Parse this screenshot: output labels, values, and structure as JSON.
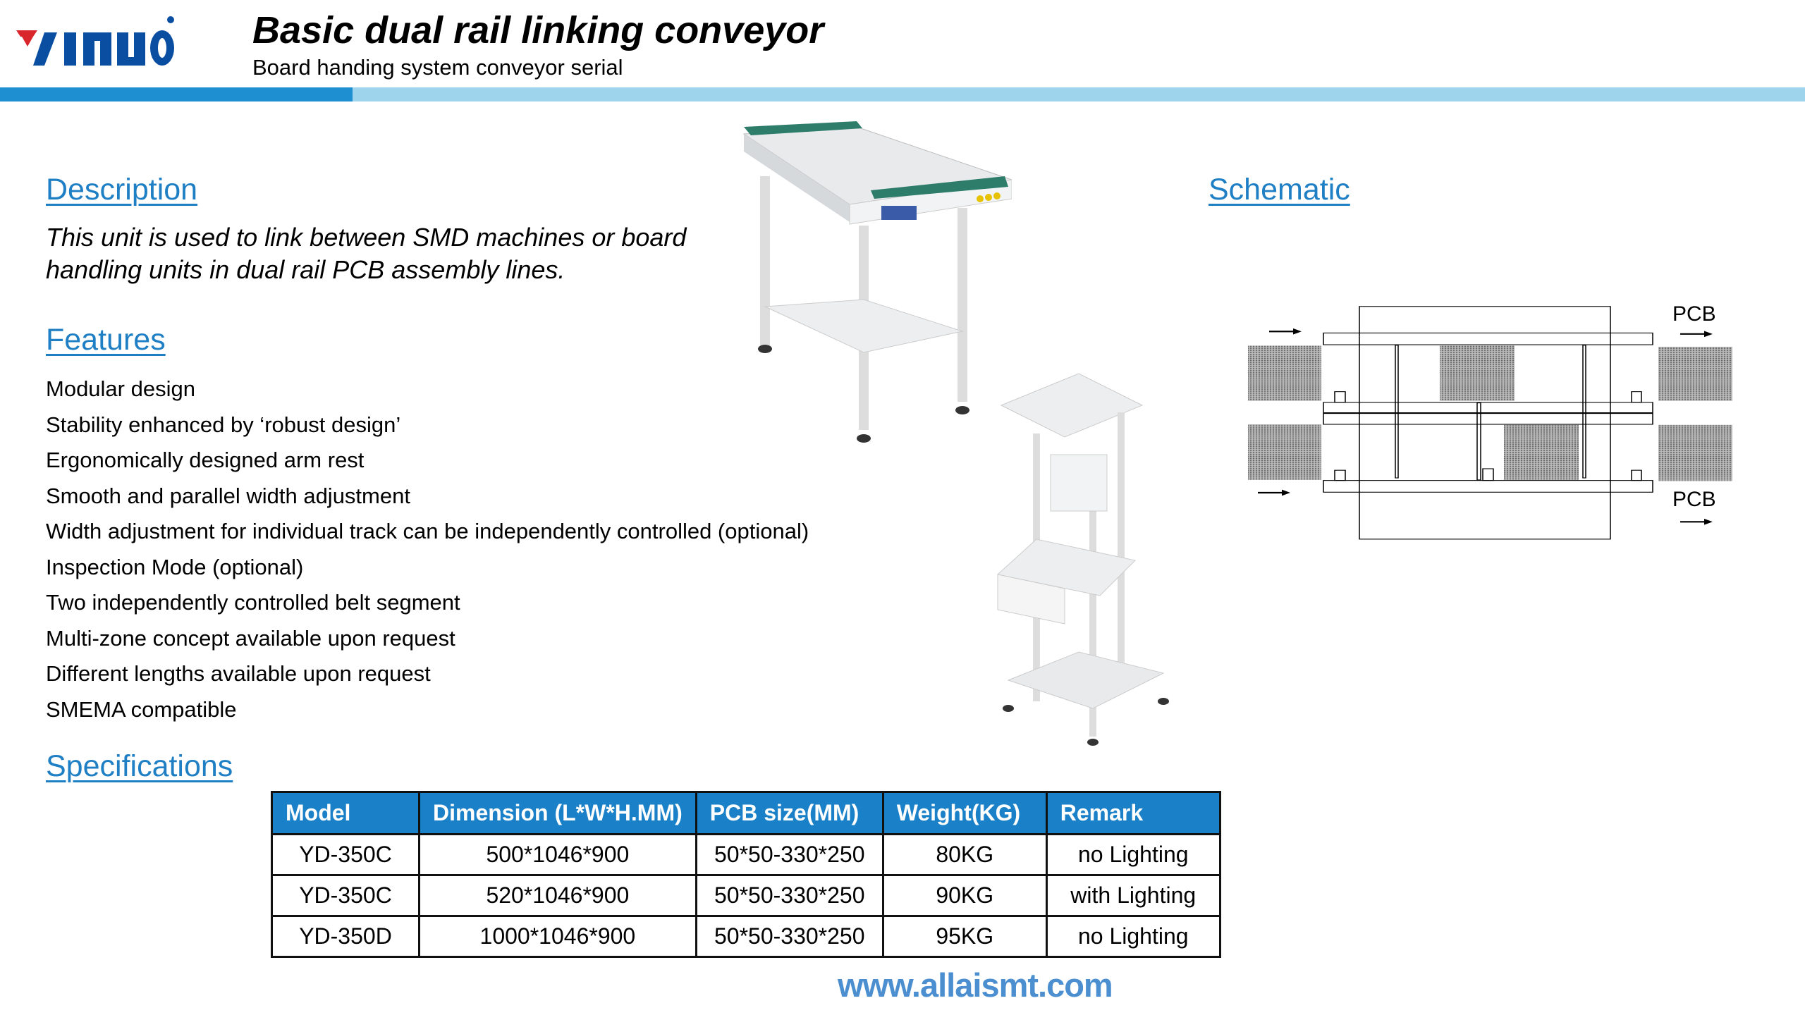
{
  "header": {
    "logo_text": "yinuo",
    "title": "Basic dual rail  linking conveyor",
    "subtitle": "Board handing system conveyor serial"
  },
  "description": {
    "heading": "Description",
    "text": "This unit is used to link between SMD machines or board handling units in dual rail PCB assembly lines."
  },
  "features": {
    "heading": "Features",
    "items": [
      "Modular design",
      "Stability enhanced by ‘robust design’",
      "Ergonomically designed arm rest",
      "Smooth and parallel width adjustment",
      "Width adjustment for individual track can be independently controlled (optional)",
      "Inspection Mode (optional)",
      "Two independently controlled belt segment",
      "Multi-zone concept available upon request",
      "Different lengths available upon request",
      "SMEMA compatible"
    ]
  },
  "schematic": {
    "heading": "Schematic",
    "label_top": "PCB",
    "label_bottom": "PCB"
  },
  "specifications": {
    "heading": "Specifications",
    "columns": [
      "Model",
      "Dimension (L*W*H.MM)",
      "PCB size(MM)",
      "Weight(KG)",
      "Remark"
    ],
    "rows": [
      [
        "YD-350C",
        "500*1046*900",
        "50*50-330*250",
        "80KG",
        "no Lighting"
      ],
      [
        "YD-350C",
        "520*1046*900",
        "50*50-330*250",
        "90KG",
        "with Lighting"
      ],
      [
        "YD-350D",
        "1000*1046*900",
        "50*50-330*250",
        "95KG",
        "no Lighting"
      ]
    ]
  },
  "footer": {
    "url": "www.allaismt.com"
  },
  "colors": {
    "accent": "#1f7fc4",
    "bar_dark": "#1e90d2",
    "bar_light": "#9fd5ec",
    "logo_red": "#d9262c",
    "logo_blue": "#0a4ea2"
  }
}
